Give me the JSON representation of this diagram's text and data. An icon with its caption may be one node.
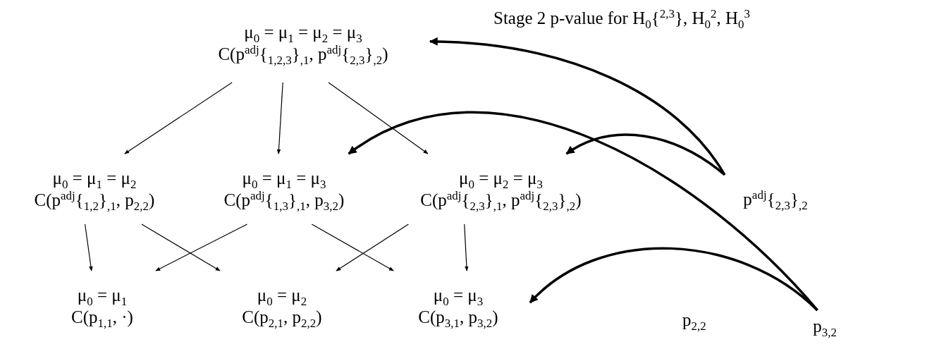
{
  "diagram": {
    "nodes": [
      {
        "text": [
          "μ$_{0}$ = μ$_{1}$ = μ$_{2}$ = μ$_{3}$",
          "C(p$^{adj}${$_{1,2,3}$}$_{,1}$, p$^{adj}${$_{2,3}$}$_{,2}$)"
        ]
      },
      {
        "text": [
          "μ$_{0}$ = μ$_{1}$ = μ$_{2}$",
          "C(p$^{adj}${$_{1,2}$}$_{,1}$, p$_{2,2}$)"
        ]
      },
      {
        "text": [
          "μ$_{0}$ = μ$_{1}$ = μ$_{3}$",
          "C(p$^{adj}${$_{1,3}$}$_{,1}$, p$_{3,2}$)"
        ]
      },
      {
        "text": [
          "μ$_{0}$ = μ$_{2}$ = μ$_{3}$",
          "C(p$^{adj}${$_{2,3}$}$_{,1}$, p$^{adj}${$_{2,3}$}$_{,2}$)"
        ]
      },
      {
        "text": [
          "μ$_{0}$ = μ$_{1}$",
          "C(p$_{1,1}$, ·)"
        ]
      },
      {
        "text": [
          "μ$_{0}$ = μ$_{2}$",
          "C(p$_{2,1}$, p$_{2,2}$)"
        ]
      },
      {
        "text": [
          "μ$_{0}$ = μ$_{3}$",
          "C(p$_{3,1}$, p$_{3,2}$)"
        ]
      },
      {
        "text": [
          "p$^{adj}${$_{2,3}$}$_{,2}$"
        ]
      },
      {
        "text": [
          "p$_{3,2}$"
        ]
      }
    ],
    "edges": [
      {
        "from": 0,
        "to": 1,
        "arrow": "to"
      },
      {
        "from": 0,
        "to": 2,
        "arrow": "to"
      },
      {
        "from": 0,
        "to": 3,
        "arrow": "to"
      },
      {
        "from": 1,
        "to": 4,
        "arrow": "to"
      },
      {
        "from": 1,
        "to": 5,
        "arrow": "to"
      },
      {
        "from": 2,
        "to": 4,
        "arrow": "to"
      },
      {
        "from": 2,
        "to": 6,
        "arrow": "to"
      },
      {
        "from": 3,
        "to": 5,
        "arrow": "to"
      },
      {
        "from": 3,
        "to": 6,
        "arrow": "to"
      },
      {
        "from": 7,
        "to": 0,
        "arrow": "to",
        "style": "thick"
      },
      {
        "from": 7,
        "to": 3,
        "arrow": "to",
        "style": "thick"
      },
      {
        "from": 8,
        "to": 2,
        "arrow": "to",
        "style": "thick"
      },
      {
        "from": 8,
        "to": 6,
        "arrow": "to",
        "style": "thick"
      }
    ],
    "labels": [
      "Stage 2 p-value for H$_{0}${$^{2,3}$}, H$_{0}$$^{2}$, H$_{0}$$^{3}$",
      "p$_{2,2}$"
    ]
  }
}
